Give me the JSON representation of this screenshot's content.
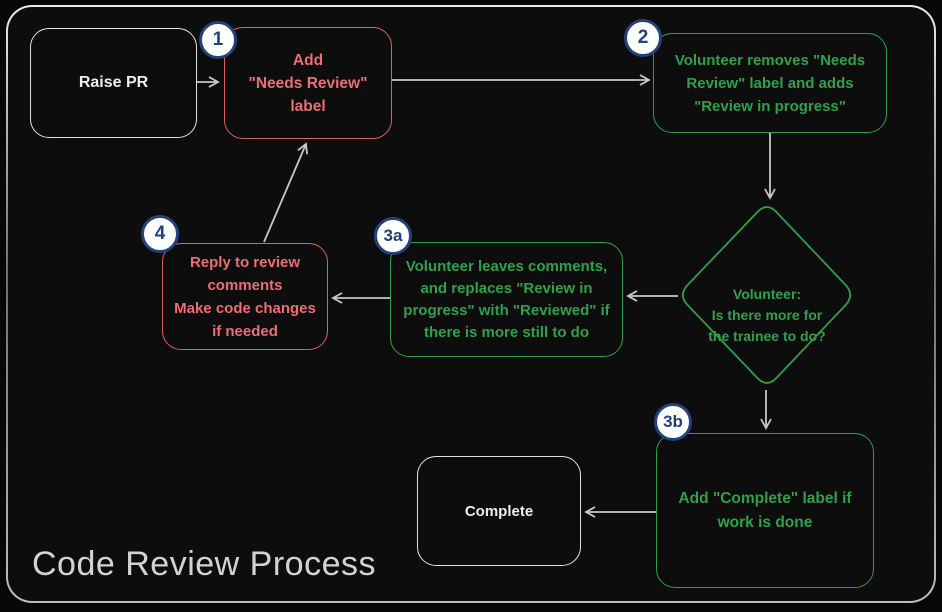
{
  "title": "Code Review Process",
  "badges": {
    "step1": "1",
    "step2": "2",
    "step3a": "3a",
    "step3b": "3b",
    "step4": "4"
  },
  "nodes": {
    "raise_pr": {
      "text": "Raise PR"
    },
    "step1": {
      "text": "Add\n\"Needs Review\"\nlabel"
    },
    "step2": {
      "text": "Volunteer removes \"Needs\nReview\" label and adds\n\"Review in progress\""
    },
    "decision": {
      "text": "Volunteer:\nIs there more for\nthe trainee to do?"
    },
    "step3a": {
      "text": "Volunteer leaves comments,\nand replaces \"Review in\nprogress\" with \"Reviewed\" if\nthere is more still to do"
    },
    "step4": {
      "text": "Reply to review\ncomments\nMake code changes\nif needed"
    },
    "step3b": {
      "text": "Add \"Complete\" label if\nwork is done"
    },
    "complete": {
      "text": "Complete"
    }
  },
  "colors": {
    "background": "#0d0d0d",
    "frame_border": "#bdbdbd",
    "neutral_node": "#e2e2e2",
    "red_node": "#ec6d75",
    "green_node": "#2fa04b",
    "arrow": "#c8c8c8",
    "badge_fill": "#ffffff",
    "badge_accent": "#23417b",
    "title_text": "#d3d3d3"
  }
}
